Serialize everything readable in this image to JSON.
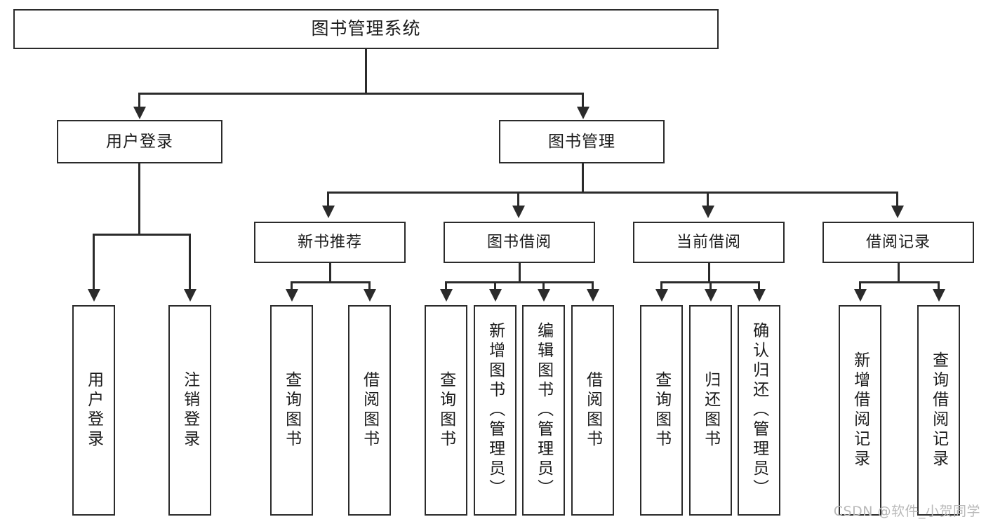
{
  "diagram": {
    "title": "图书管理系统",
    "type": "tree",
    "root": {
      "label": "图书管理系统"
    },
    "level2": [
      {
        "label": "用户登录"
      },
      {
        "label": "图书管理"
      }
    ],
    "level3": [
      {
        "label": "新书推荐"
      },
      {
        "label": "图书借阅"
      },
      {
        "label": "当前借阅"
      },
      {
        "label": "借阅记录"
      }
    ],
    "leaves": {
      "user_login": [
        {
          "label": "用户登录"
        },
        {
          "label": "注销登录"
        }
      ],
      "new_book_recommend": [
        {
          "label": "查询图书"
        },
        {
          "label": "借阅图书"
        }
      ],
      "book_borrow": [
        {
          "label": "查询图书"
        },
        {
          "label": "新增图书（管理员）"
        },
        {
          "label": "编辑图书（管理员）"
        },
        {
          "label": "借阅图书"
        }
      ],
      "current_borrow": [
        {
          "label": "查询图书"
        },
        {
          "label": "归还图书"
        },
        {
          "label": "确认归还（管理员）"
        }
      ],
      "borrow_record": [
        {
          "label": "新增借阅记录"
        },
        {
          "label": "查询借阅记录"
        }
      ]
    }
  },
  "watermark": {
    "text": "CSDN @软件_小贺同学"
  },
  "colors": {
    "stroke": "#2b2b2b",
    "fill": "#ffffff",
    "text": "#1b1b1b",
    "watermark": "#b9b9b9"
  }
}
